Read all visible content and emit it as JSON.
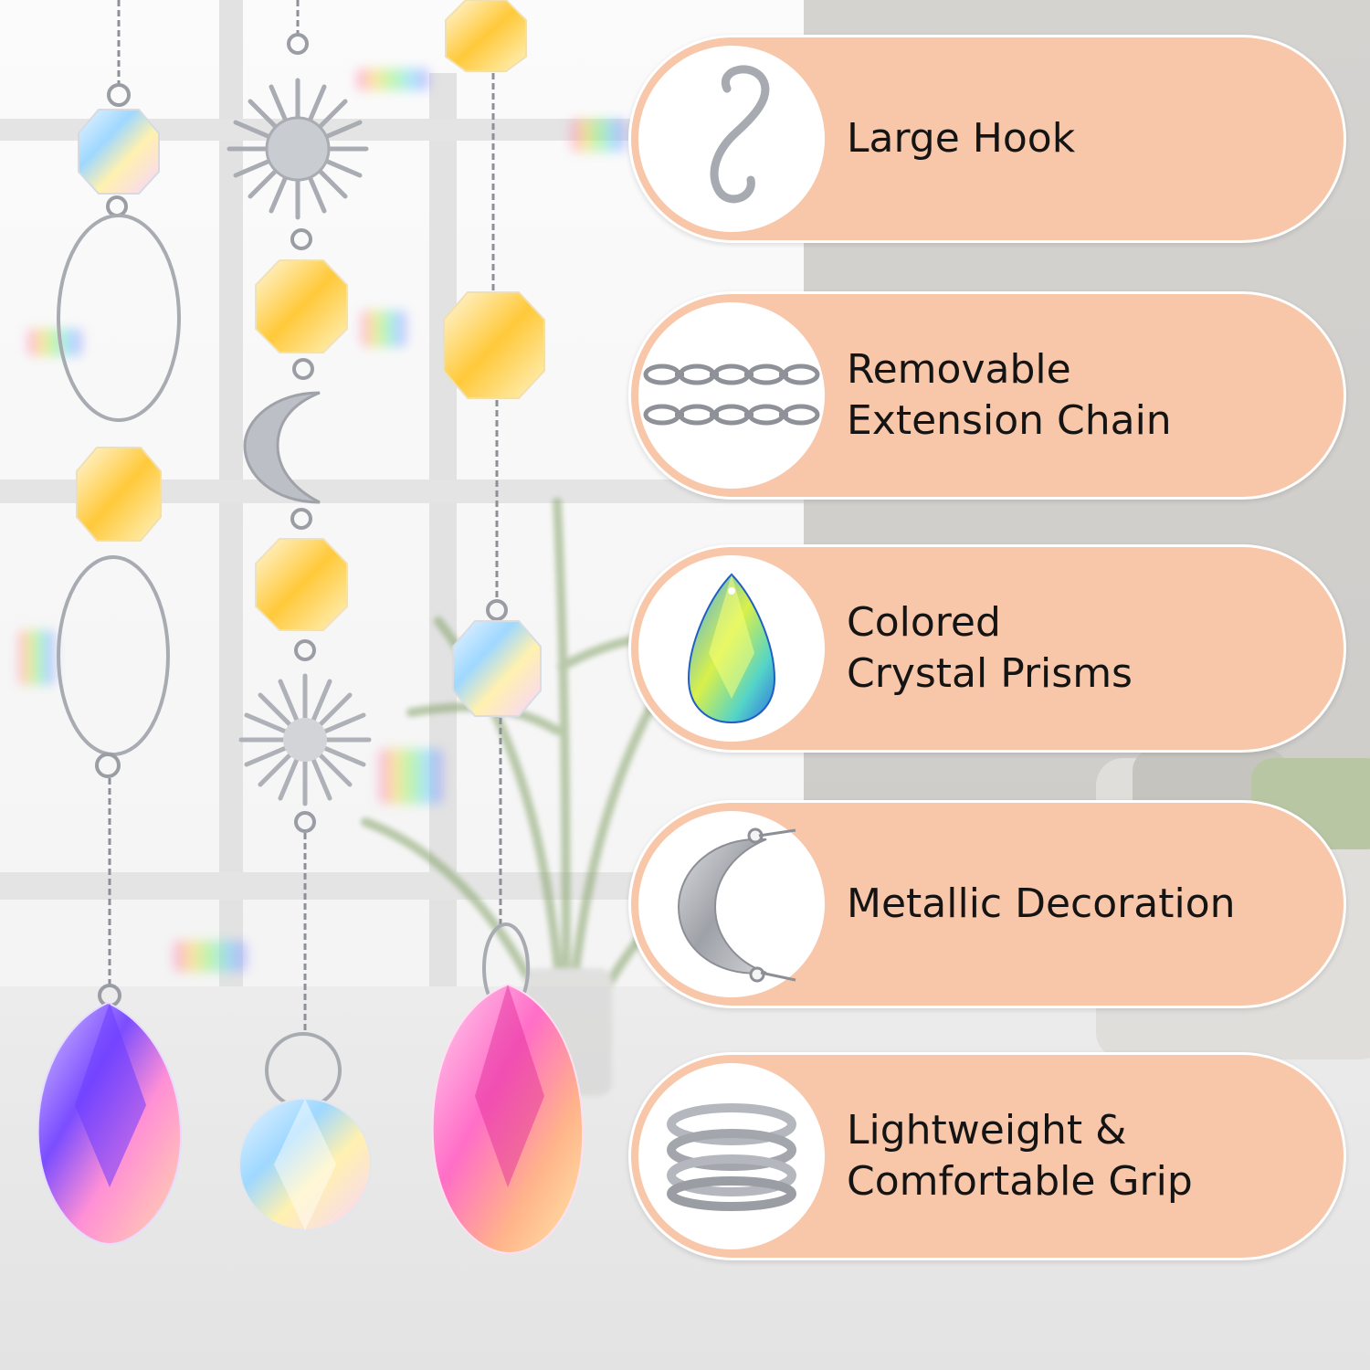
{
  "colors": {
    "card_fill": "#f8c6a8",
    "card_border": "#ffffff",
    "icon_circle": "#ffffff",
    "label_text": "#141414",
    "metal": "#b9bcc2"
  },
  "features": [
    {
      "label": "Large Hook",
      "icon": "s-hook-icon"
    },
    {
      "label": "Removable\nExtension Chain",
      "icon": "chain-icon"
    },
    {
      "label": "Colored\nCrystal Prisms",
      "icon": "crystal-prism-icon"
    },
    {
      "label": "Metallic Decoration",
      "icon": "crescent-moon-icon"
    },
    {
      "label": "Lightweight &\nComfortable Grip",
      "icon": "split-ring-icon"
    }
  ]
}
